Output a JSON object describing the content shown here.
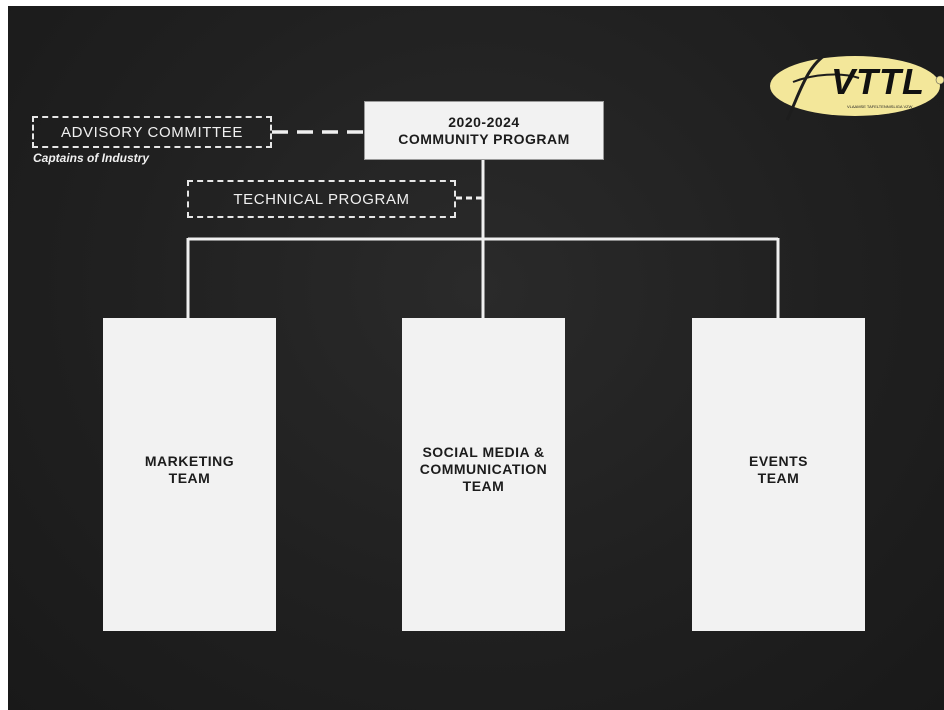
{
  "root": {
    "lines": [
      "2020-2024",
      "COMMUNITY PROGRAM"
    ]
  },
  "advisory": {
    "title": "ADVISORY COMMITTEE",
    "subtitle": "Captains of Industry"
  },
  "technical": {
    "title": "TECHNICAL PROGRAM"
  },
  "teams": [
    {
      "lines": [
        "MARKETING",
        "TEAM"
      ]
    },
    {
      "lines": [
        "SOCIAL MEDIA &",
        "COMMUNICATION",
        "TEAM"
      ]
    },
    {
      "lines": [
        "EVENTS",
        "TEAM"
      ]
    }
  ],
  "logo": {
    "text": "VTTL",
    "tagline": "VLAAMSE TAFELTENNISLIGA VZW",
    "color": "#f3e79a"
  },
  "colors": {
    "background": "#222222",
    "box_fill": "#f2f2f2",
    "connector": "#f0f0f0"
  }
}
